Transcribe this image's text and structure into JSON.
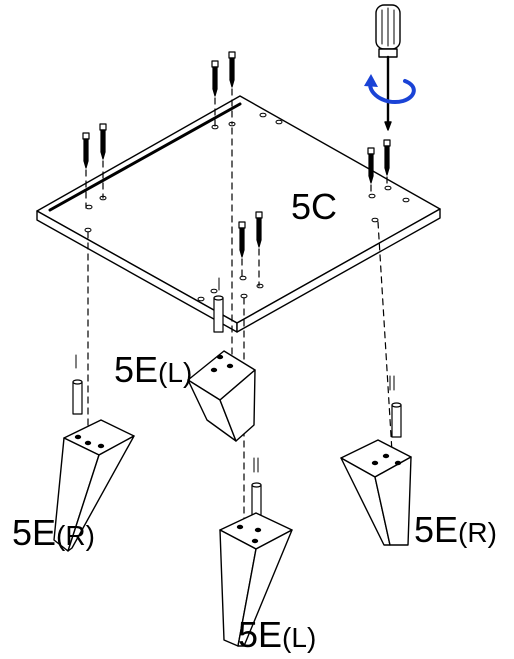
{
  "labels": {
    "top_panel": "5C",
    "leg_front_left_main": "5E",
    "leg_front_left_suffix": "(L)",
    "leg_left_main": "5E",
    "leg_left_suffix": "(R)",
    "leg_right_main": "5E",
    "leg_right_suffix": "(R)",
    "leg_bottom_main": "5E",
    "leg_bottom_suffix": "(L)"
  },
  "colors": {
    "line": "#000000",
    "rotation_arrow": "#1a43d6"
  },
  "icons": {
    "tool": "screwdriver-icon",
    "rotation": "rotate-clockwise-icon"
  }
}
